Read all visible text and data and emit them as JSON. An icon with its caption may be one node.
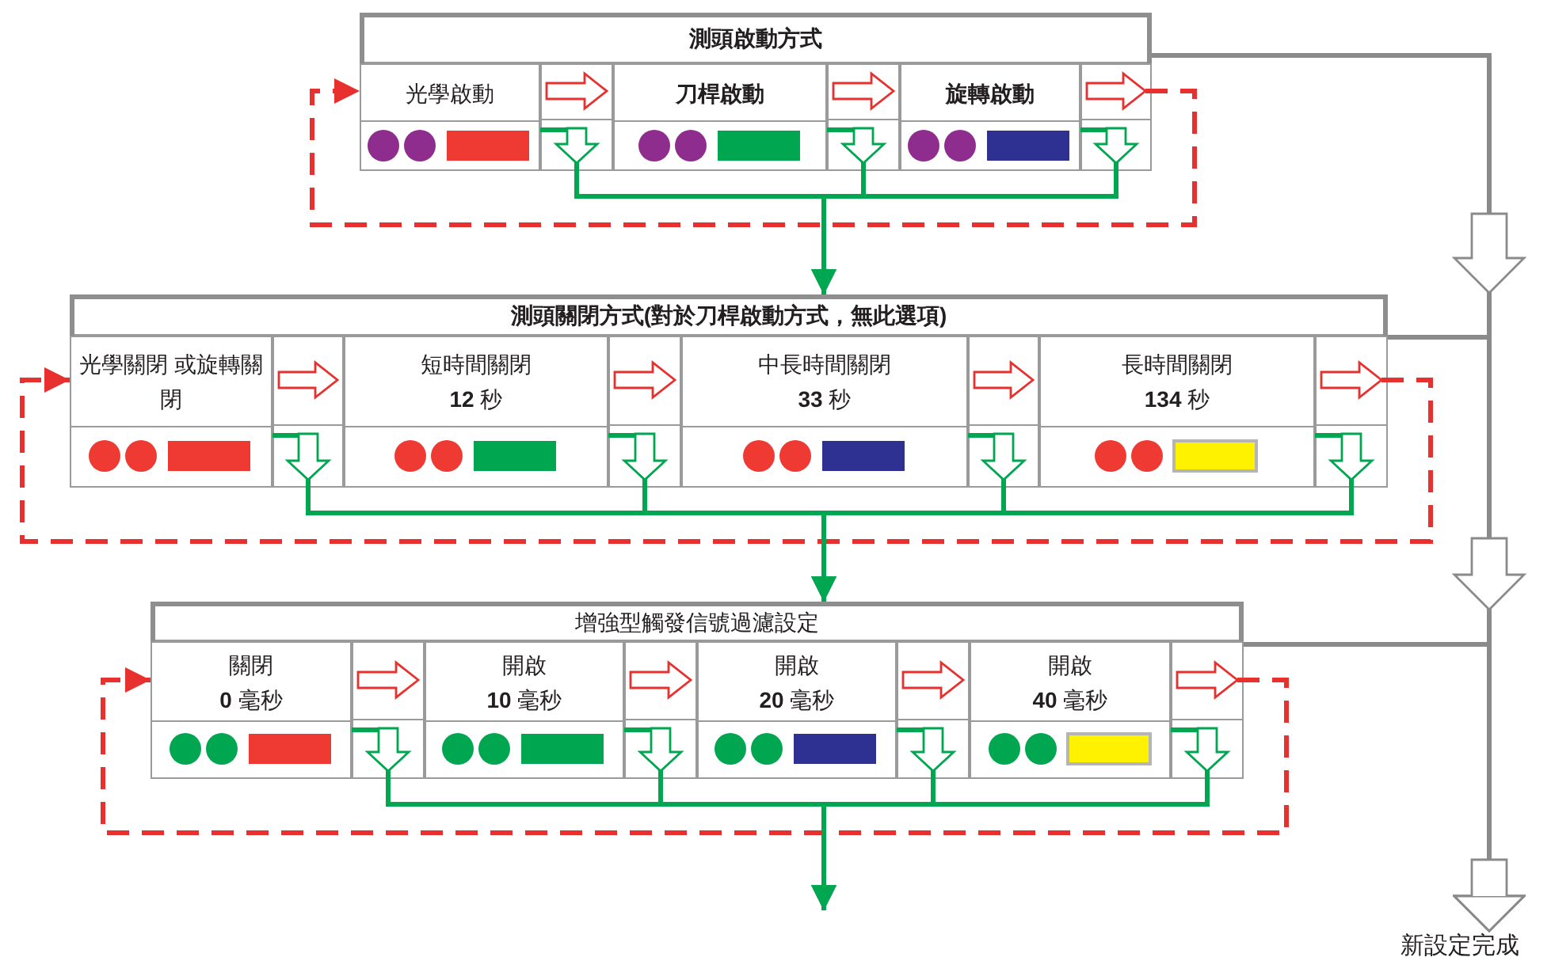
{
  "diagram": {
    "nodes": [
      {
        "text": [
          "測頭啟動方式"
        ]
      },
      {
        "text": [
          "光學啟動"
        ],
        "in": 0
      },
      {
        "text": [
          "刀桿啟動"
        ],
        "in": 0
      },
      {
        "text": [
          "旋轉啟動"
        ],
        "in": 0
      },
      {
        "text": [
          "測頭關閉方式(對於刀桿啟動方式，無此選項)"
        ]
      },
      {
        "text": [
          "光學關閉 或旋轉關閉"
        ],
        "in": 4
      },
      {
        "text": [
          "短時間關閉",
          "**12** 秒"
        ],
        "in": 4
      },
      {
        "text": [
          "中長時間關閉",
          "**33** 秒"
        ],
        "in": 4
      },
      {
        "text": [
          "長時間關閉",
          "**134** 秒"
        ],
        "in": 4
      },
      {
        "text": [
          "增強型觸發信號過濾設定"
        ]
      },
      {
        "text": [
          "關閉",
          "**0** 毫秒"
        ],
        "in": 9
      },
      {
        "text": [
          "開啟",
          "**10** 毫秒"
        ],
        "in": 9
      },
      {
        "text": [
          "開啟",
          "**20** 毫秒"
        ],
        "in": 9
      },
      {
        "text": [
          "開啟",
          "**40** 毫秒"
        ],
        "in": 9
      },
      {
        "text": [
          "新設定完成"
        ]
      }
    ],
    "edges": [
      {
        "from": 1,
        "to": 2,
        "arrow": "to",
        "color": "#e8312f"
      },
      {
        "from": 2,
        "to": 3,
        "arrow": "to",
        "color": "#e8312f"
      },
      {
        "from": 3,
        "to": 1,
        "arrow": "to",
        "style": "dashed",
        "color": "#e8312f"
      },
      {
        "from": 1,
        "to": 4,
        "arrow": "to",
        "color": "#00a650"
      },
      {
        "from": 2,
        "to": 4,
        "arrow": "to",
        "color": "#00a650"
      },
      {
        "from": 3,
        "to": 4,
        "arrow": "to",
        "color": "#00a650"
      },
      {
        "from": 0,
        "to": 14,
        "arrow": "to",
        "color": "#8a8a8a"
      },
      {
        "from": 5,
        "to": 6,
        "arrow": "to",
        "color": "#e8312f"
      },
      {
        "from": 6,
        "to": 7,
        "arrow": "to",
        "color": "#e8312f"
      },
      {
        "from": 7,
        "to": 8,
        "arrow": "to",
        "color": "#e8312f"
      },
      {
        "from": 8,
        "to": 5,
        "arrow": "to",
        "style": "dashed",
        "color": "#e8312f"
      },
      {
        "from": 5,
        "to": 9,
        "arrow": "to",
        "color": "#00a650"
      },
      {
        "from": 6,
        "to": 9,
        "arrow": "to",
        "color": "#00a650"
      },
      {
        "from": 7,
        "to": 9,
        "arrow": "to",
        "color": "#00a650"
      },
      {
        "from": 8,
        "to": 9,
        "arrow": "to",
        "color": "#00a650"
      },
      {
        "from": 4,
        "to": 14,
        "arrow": "to",
        "color": "#8a8a8a"
      },
      {
        "from": 10,
        "to": 11,
        "arrow": "to",
        "color": "#e8312f"
      },
      {
        "from": 11,
        "to": 12,
        "arrow": "to",
        "color": "#e8312f"
      },
      {
        "from": 12,
        "to": 13,
        "arrow": "to",
        "color": "#e8312f"
      },
      {
        "from": 13,
        "to": 10,
        "arrow": "to",
        "style": "dashed",
        "color": "#e8312f"
      },
      {
        "from": 10,
        "to": null,
        "arrow": "to",
        "color": "#00a650"
      },
      {
        "from": 11,
        "to": null,
        "arrow": "to",
        "color": "#00a650"
      },
      {
        "from": 12,
        "to": null,
        "arrow": "to",
        "color": "#00a650"
      },
      {
        "from": 13,
        "to": null,
        "arrow": "to",
        "color": "#00a650"
      },
      {
        "from": 9,
        "to": 14,
        "arrow": "to",
        "color": "#8a8a8a"
      }
    ]
  }
}
